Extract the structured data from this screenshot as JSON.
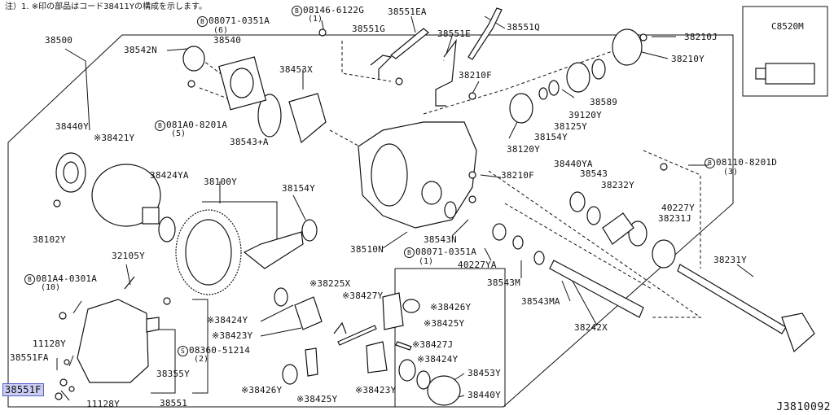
{
  "note": "注）1. ※印の部品はコード38411Yの構成を示します。",
  "diagram_code": "J3810092",
  "inset": {
    "label": "C8520M"
  },
  "labels": {
    "p38500": "38500",
    "p38542N": "38542N",
    "p38540": "38540",
    "b08071_6": "08071-0351A",
    "q6": "(6)",
    "b08146": "08146-6122G",
    "q1a": "(1)",
    "p38551EA": "38551EA",
    "p38551G": "38551G",
    "p38551E": "38551E",
    "p38551Q": "38551Q",
    "p38210J": "38210J",
    "p38210Y": "38210Y",
    "p38453X": "38453X",
    "p38210F_top": "38210F",
    "p38589": "38589",
    "p38440Y_top": "38440Y",
    "p38421Y": "※38421Y",
    "b081A0": "081A0-8201A",
    "q5": "(5)",
    "p38543A": "38543+A",
    "p39120Y": "39120Y",
    "p38125Y": "38125Y",
    "p38154Y_r": "38154Y",
    "p38120Y": "38120Y",
    "p38424YA": "38424YA",
    "p38100Y": "38100Y",
    "p38154Y": "38154Y",
    "p38210F_mid": "38210F",
    "p38440YA": "38440YA",
    "b08110": "08110-8201D",
    "q3": "(3)",
    "p38543": "38543",
    "p38232Y": "38232Y",
    "p40227Y": "40227Y",
    "p38231J": "38231J",
    "p38102Y": "38102Y",
    "p38510N": "38510N",
    "p38543N": "38543N",
    "b08071_1": "08071-0351A",
    "q1b": "(1)",
    "p40227YA": "40227YA",
    "p38231Y": "38231Y",
    "p32105Y": "32105Y",
    "b081A4": "081A4-0301A",
    "q10": "(10)",
    "p38543M": "38543M",
    "p38225X": "※38225X",
    "p38427Y": "※38427Y",
    "p38426Y_r": "※38426Y",
    "p38543MA": "38543MA",
    "p38424Y_l": "※38424Y",
    "p38425Y_r": "※38425Y",
    "p38242X": "38242X",
    "p38423Y_l": "※38423Y",
    "p11128Y_t": "11128Y",
    "s08360": "08360-51214",
    "q2": "(2)",
    "p38427J": "※38427J",
    "p38551FA": "38551FA",
    "p38424Y_r": "※38424Y",
    "p38355Y": "38355Y",
    "p38453Y": "38453Y",
    "p38426Y_b": "※38426Y",
    "p38425Y_b": "※38425Y",
    "p38423Y_b": "※38423Y",
    "p38440Y_b": "38440Y",
    "p38551F": "38551F",
    "p11128Y_b": "11128Y",
    "p38551": "38551"
  },
  "colors": {
    "line": "#111111",
    "highlight": "#c9cdf4",
    "highlight_border": "#5561c4"
  }
}
